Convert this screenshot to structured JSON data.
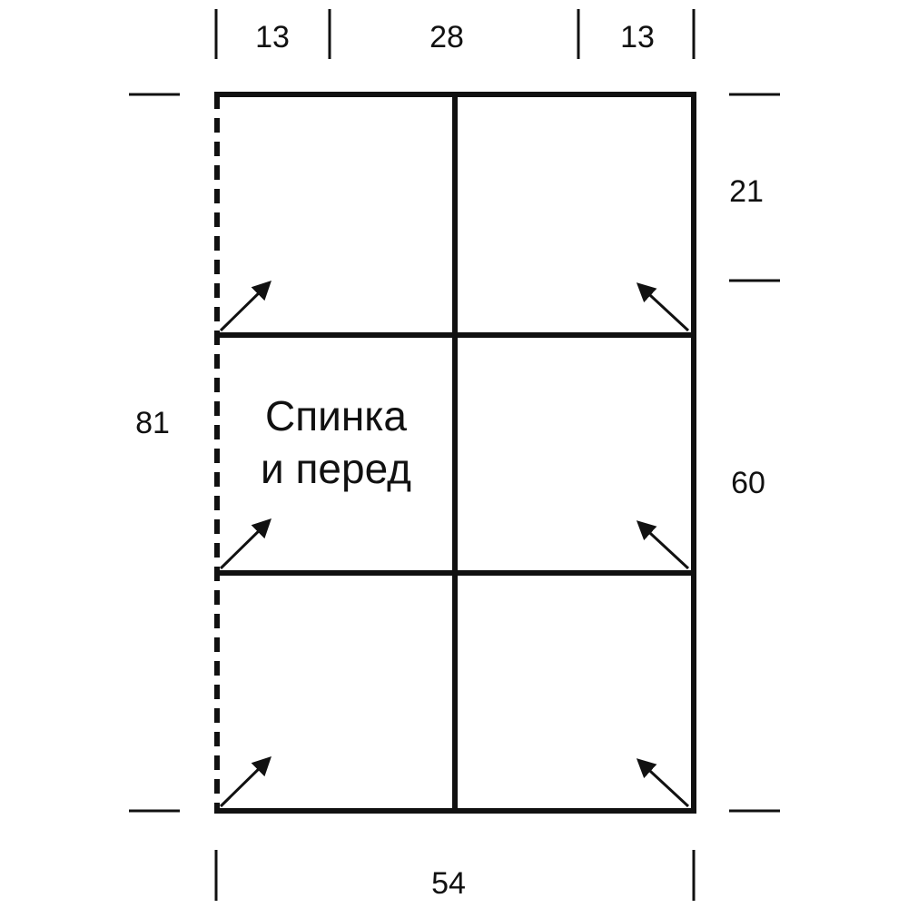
{
  "diagram": {
    "piece_label": {
      "line1": "Спинка",
      "line2": "и перед"
    },
    "dimensions": {
      "top_left": "13",
      "top_center": "28",
      "top_right": "13",
      "bottom_width": "54",
      "left_height": "81",
      "right_upper": "21",
      "right_lower": "60"
    },
    "colors": {
      "line": "#111111",
      "background": "#ffffff"
    }
  }
}
